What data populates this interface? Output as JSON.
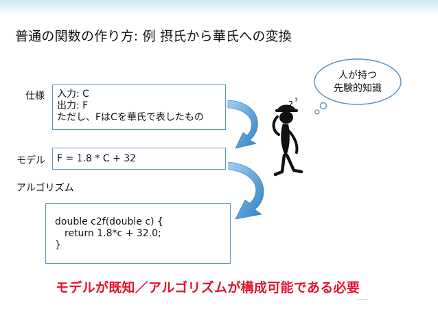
{
  "title": "普通の関数の作り方: 例 摂氏から華氏への変換",
  "spec": {
    "label": "仕様",
    "lines": [
      "入力: C",
      "出力: F",
      "ただし、FはCを華氏で表したもの"
    ]
  },
  "model": {
    "label": "モデル",
    "formula": "F = 1.8 * C + 32"
  },
  "algorithm": {
    "label": "アルゴリズム",
    "code_lines": [
      "double c2f(double c) {",
      "return 1.8*c + 32.0;",
      "}"
    ]
  },
  "bubble": {
    "lines": [
      "人が持つ",
      "先験的知識"
    ]
  },
  "conclusion": "モデルが既知／アルゴリズムが構成可能である必要",
  "icons": [
    "curved-arrow-icon",
    "thinking-person-icon",
    "thought-bubble-icon"
  ],
  "colors": {
    "box_border": "#5c92c4",
    "arrow_fill": "#2f7fc8",
    "conclusion_text": "#e4132b"
  }
}
